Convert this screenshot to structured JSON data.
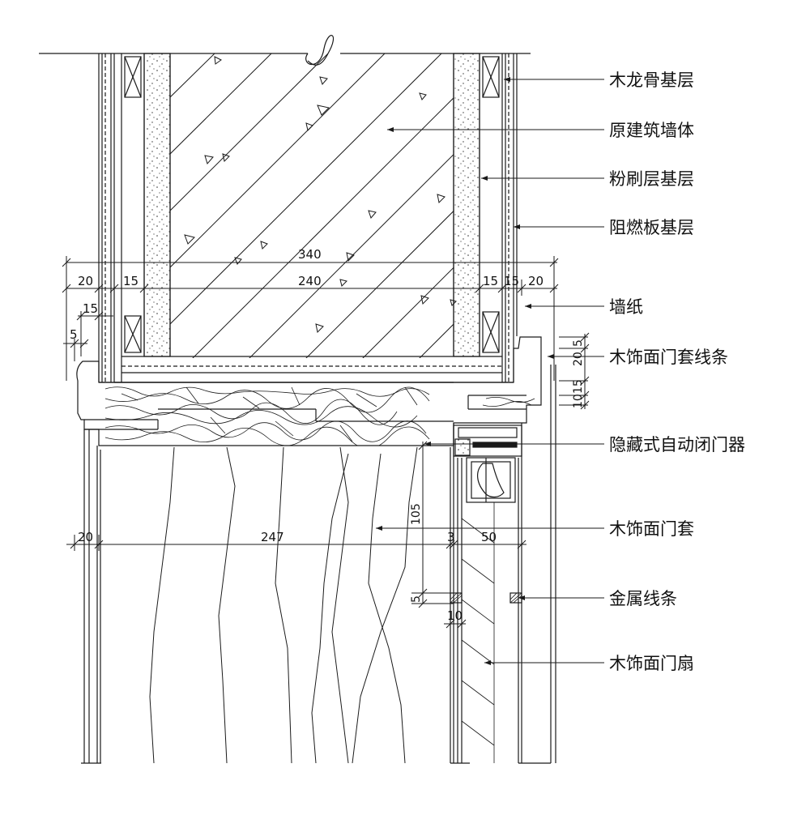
{
  "labels": {
    "wood_keel_base": "木龙骨基层",
    "original_wall": "原建筑墙体",
    "plaster_base": "粉刷层基层",
    "fire_board_base": "阻燃板基层",
    "wallpaper": "墙纸",
    "wood_casing_trim": "木饰面门套线条",
    "hidden_door_closer": "隐藏式自动闭门器",
    "wood_door_casing": "木饰面门套",
    "metal_strip": "金属线条",
    "wood_door_leaf": "木饰面门扇"
  },
  "dimensions": {
    "d340": "340",
    "d240": "240",
    "d20_left": "20",
    "d15_left": "15",
    "d15_r1": "15",
    "d15_r2": "15",
    "d20_right": "20",
    "d15_left2": "15",
    "d5_left": "5",
    "d5_right": "5",
    "d20_right_v": "20",
    "d15_right_v": "15",
    "d10_right_v": "10",
    "d20_bottom": "20",
    "d247": "247",
    "d3": "3",
    "d50": "50",
    "d105": "105",
    "d5_metal": "5",
    "d10_metal": "10"
  },
  "colors": {
    "line": "#1a1a1a",
    "background": "#ffffff"
  }
}
